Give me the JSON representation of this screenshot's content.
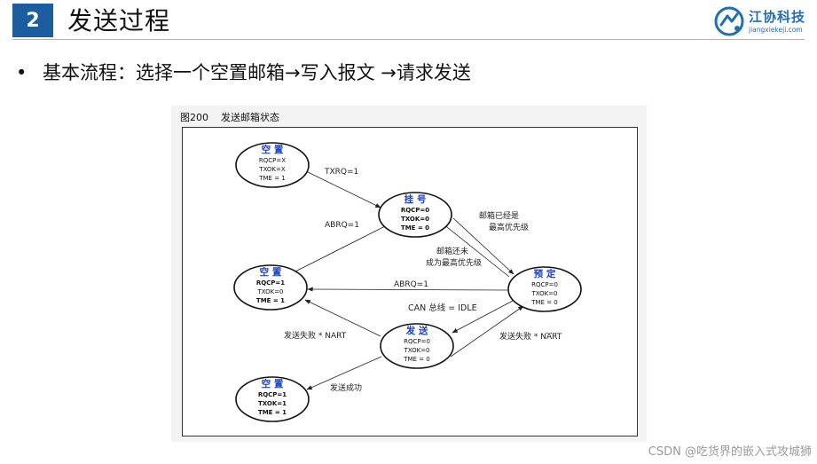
{
  "header": {
    "section_number": "2",
    "title": "发送过程",
    "logo_name": "江协科技",
    "logo_url": "jiangxiekeji.com"
  },
  "bullet": {
    "text": "基本流程：选择一个空置邮箱→写入报文 →请求发送"
  },
  "figure": {
    "caption_number": "图200",
    "caption_title": "发送邮箱状态",
    "states": {
      "empty_top": {
        "title": "空 置",
        "lines": [
          "RQCP=X",
          "TXOK=X",
          "TME = 1"
        ]
      },
      "pending": {
        "title": "挂 号",
        "lines": [
          "RQCP=0",
          "TXOK=0",
          "TME = 0"
        ]
      },
      "empty_mid": {
        "title": "空 置",
        "lines": [
          "RQCP=1",
          "TXOK=0",
          "TME = 1"
        ]
      },
      "scheduled": {
        "title": "预 定",
        "lines": [
          "RQCP=0",
          "TXOK=0",
          "TME = 0"
        ]
      },
      "transmit": {
        "title": "发 送",
        "lines": [
          "RQCP=0",
          "TXOK=0",
          "TME = 0"
        ]
      },
      "empty_bottom": {
        "title": "空 置",
        "lines": [
          "RQCP=1",
          "TXOK=1",
          "TME = 1"
        ]
      }
    },
    "transitions": {
      "txrq": "TXRQ=1",
      "abrq_pending": "ABRQ=1",
      "highest_priority_1": "邮箱已经是",
      "highest_priority_2": "最高优先级",
      "not_highest_1": "邮箱还未",
      "not_highest_2": "成为最高优先级",
      "abrq_scheduled": "ABRQ=1",
      "can_idle": "CAN 总线 = IDLE",
      "tx_fail_nart": "发送失败 * NART",
      "tx_fail_nart_bar_prefix": "发送失败 * ",
      "tx_fail_nart_bar_word": "NART",
      "tx_success": "发送成功"
    }
  },
  "watermark": "CSDN @吃货界的嵌入式攻城狮",
  "colors": {
    "header_box": "#1b5d9e",
    "state_title": "#1a3fbf",
    "logo": "#1f6fb5"
  }
}
